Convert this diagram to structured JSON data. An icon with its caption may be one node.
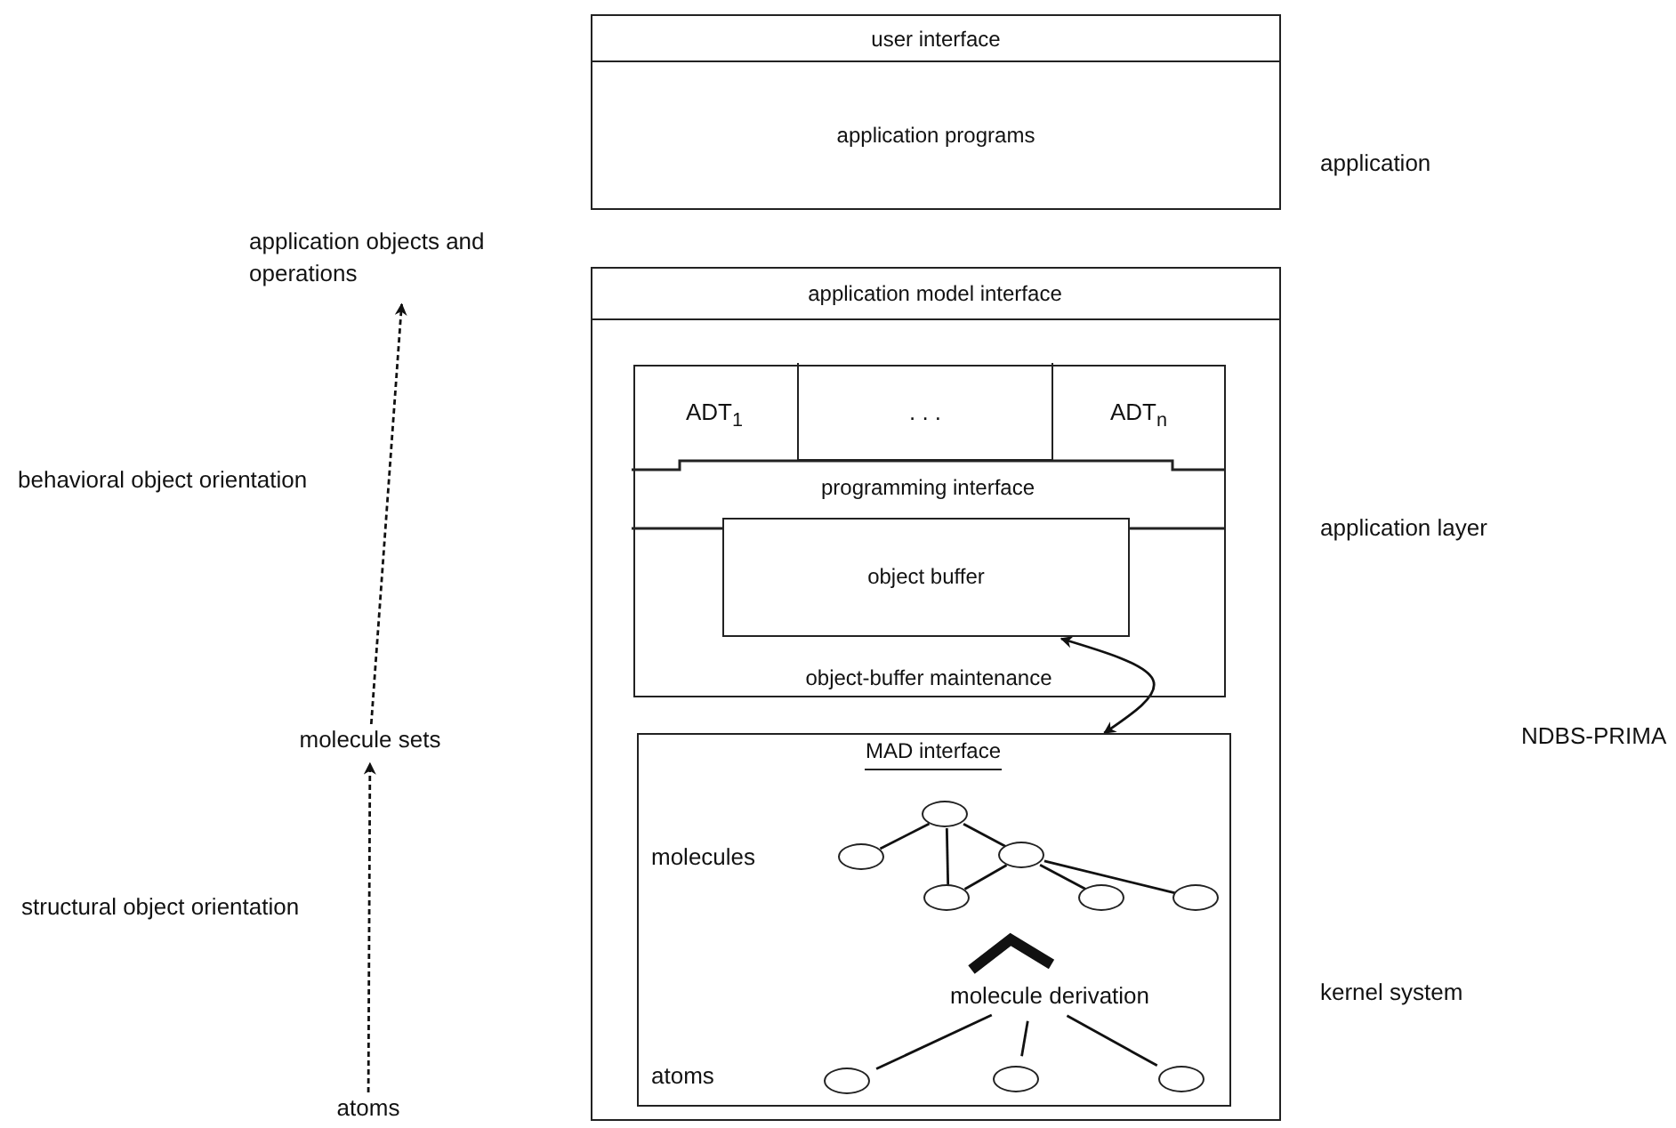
{
  "diagram": {
    "nodes": [
      {
        "text": [
          "user interface"
        ]
      },
      {
        "text": [
          "application programs"
        ]
      },
      {
        "text": [],
        "shape": "box"
      },
      {
        "text": [
          "application model interface"
        ],
        "in": 2
      },
      {
        "text": [
          "object-buffer maintenance"
        ],
        "in": 2
      },
      {
        "text": [
          "ADT$_{1}$"
        ],
        "in": 4
      },
      {
        "text": [
          ". . ."
        ],
        "in": 4
      },
      {
        "text": [
          "ADT$_{n}$"
        ],
        "in": 4
      },
      {
        "text": [
          "programming interface"
        ],
        "in": 4
      },
      {
        "text": [
          "object buffer"
        ],
        "in": 4
      },
      {
        "text": [
          "MAD interface"
        ],
        "in": 2
      },
      {
        "text": [],
        "shape": "circle",
        "in": 10
      },
      {
        "text": [],
        "shape": "circle",
        "in": 10
      },
      {
        "text": [],
        "shape": "circle",
        "in": 10
      },
      {
        "text": [],
        "shape": "circle",
        "in": 10
      },
      {
        "text": [],
        "shape": "circle",
        "in": 10
      },
      {
        "text": [],
        "shape": "circle",
        "in": 10
      },
      {
        "text": [
          "molecule derivation"
        ],
        "in": 10
      },
      {
        "text": [],
        "shape": "circle",
        "in": 10
      },
      {
        "text": [],
        "shape": "circle",
        "in": 10
      },
      {
        "text": [],
        "shape": "circle",
        "in": 10
      },
      {
        "text": [
          "application objects and operations"
        ]
      },
      {
        "text": [
          "molecule sets"
        ]
      },
      {
        "text": [
          "atoms"
        ]
      }
    ],
    "edges": [
      {
        "from": 11,
        "to": 12,
        "arrow": "none"
      },
      {
        "from": 11,
        "to": 14,
        "arrow": "none"
      },
      {
        "from": 11,
        "to": 13,
        "arrow": "none"
      },
      {
        "from": 13,
        "to": 14,
        "arrow": "none"
      },
      {
        "from": 13,
        "to": 15,
        "arrow": "none"
      },
      {
        "from": 13,
        "to": 16,
        "arrow": "none"
      },
      {
        "from": 17,
        "to": 18,
        "arrow": "none"
      },
      {
        "from": 17,
        "to": 19,
        "arrow": "none"
      },
      {
        "from": 17,
        "to": 20,
        "arrow": "none"
      },
      {
        "from": 10,
        "to": 9,
        "arrow": "both"
      },
      {
        "from": 23,
        "to": 22,
        "arrow": "to",
        "style": "dashed"
      },
      {
        "from": 22,
        "to": 21,
        "arrow": "to",
        "style": "dashed"
      }
    ],
    "labels": [
      "application",
      "behavioral object orientation",
      "application layer",
      "NDBS-PRIMA",
      "molecules",
      "structural object orientation",
      "kernel system",
      "atoms"
    ]
  }
}
